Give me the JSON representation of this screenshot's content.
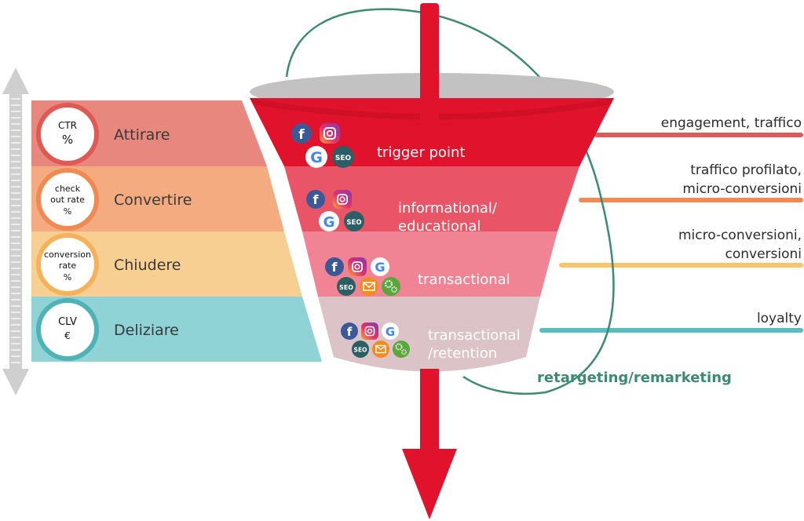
{
  "stages": [
    {
      "label": "Attirare",
      "metric": [
        "CTR",
        "%"
      ],
      "color": "#e8877d",
      "ring": "#e05a55"
    },
    {
      "label": "Convertire",
      "metric": [
        "check",
        "out rate",
        "%"
      ],
      "color": "#f4ab80",
      "ring": "#ef8a52"
    },
    {
      "label": "Chiudere",
      "metric": [
        "conversion",
        "rate",
        "%"
      ],
      "color": "#f8cf93",
      "ring": "#f4b35b"
    },
    {
      "label": "Deliziare",
      "metric": [
        "CLV",
        "€"
      ],
      "color": "#8fd3d6",
      "ring": "#4db3b7"
    }
  ],
  "funnel": [
    {
      "label": [
        "trigger point"
      ],
      "color": "#e0122c"
    },
    {
      "label": [
        "informational/",
        "educational"
      ],
      "color": "#e95466"
    },
    {
      "label": [
        "transactional"
      ],
      "color": "#f08394"
    },
    {
      "label": [
        "transactional",
        "/retention"
      ],
      "color": "#dcc3c8"
    }
  ],
  "outcomes": [
    {
      "lines": [
        "engagement, traffico"
      ],
      "color": "#e05a55"
    },
    {
      "lines": [
        "traffico profilato,",
        "micro-conversioni"
      ],
      "color": "#ef8a52"
    },
    {
      "lines": [
        "micro-conversioni,",
        "conversioni"
      ],
      "color": "#f8c46a"
    },
    {
      "lines": [
        "loyalty"
      ],
      "color": "#5bbcc0"
    }
  ],
  "retargeting": "retargeting/remarketing",
  "icons": {
    "facebook": "f",
    "seo": "SEO",
    "google": "G"
  },
  "colors": {
    "arrow": "#e0122c",
    "loop": "#3b8a71",
    "scale": "#cfcfcf"
  }
}
